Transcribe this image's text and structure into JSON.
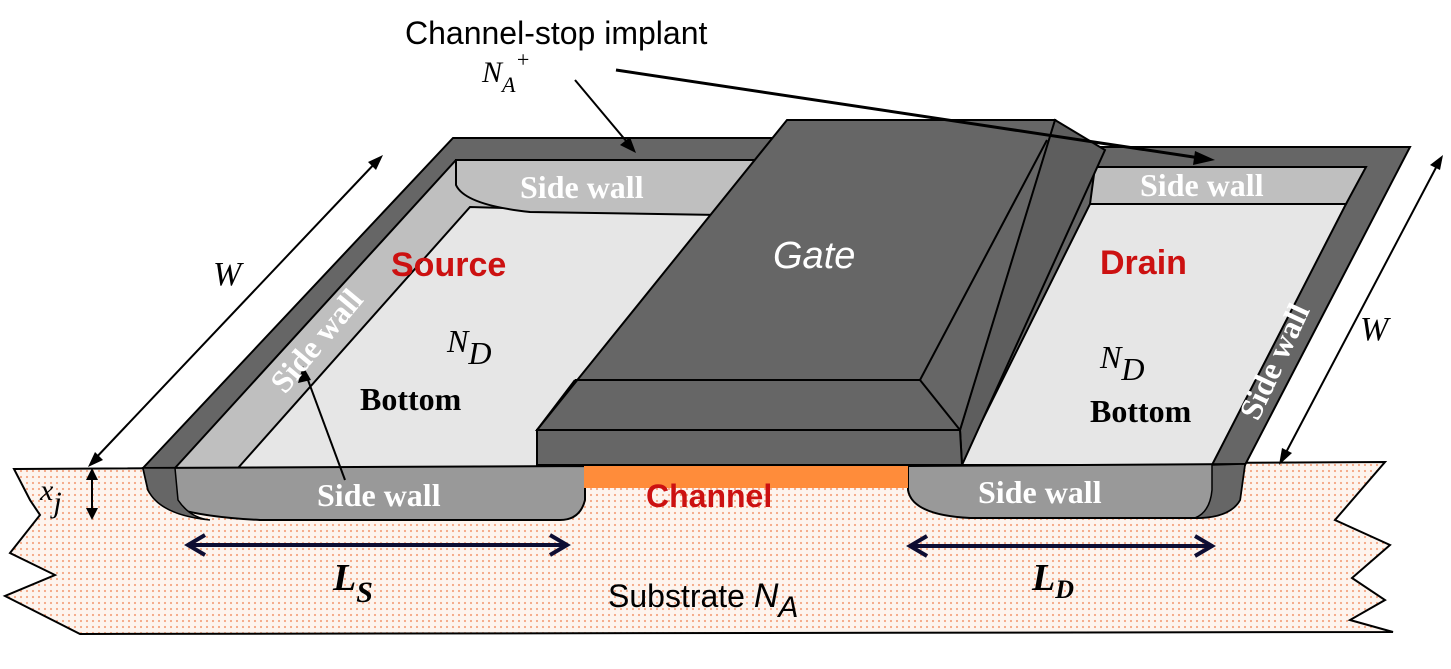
{
  "title": "Channel-stop implant",
  "labels": {
    "channel_stop": "Channel-stop implant",
    "na_plus_base": "N",
    "na_plus_sub": "A",
    "na_plus_sup": "+",
    "gate": "Gate",
    "source": "Source",
    "drain": "Drain",
    "channel": "Channel",
    "substrate": "Substrate ",
    "substrate_n": "N",
    "substrate_sub": "A",
    "nd_base": "N",
    "nd_sub": "D",
    "bottom": "Bottom",
    "side_wall": "Side wall",
    "w": "W",
    "xj_base": "x",
    "xj_sub": "j",
    "ls_base": "L",
    "ls_sub": "S",
    "ld_base": "L",
    "ld_sub": "D"
  },
  "colors": {
    "dark_gray": "#666666",
    "mid_gray": "#999999",
    "light_gray": "#BFBFBF",
    "region_fill": "#E6E6E6",
    "channel_orange": "#FF8C3A",
    "label_red": "#CC1111",
    "substrate_dot": "#F4A582",
    "arrow_navy": "#0D0D33"
  }
}
